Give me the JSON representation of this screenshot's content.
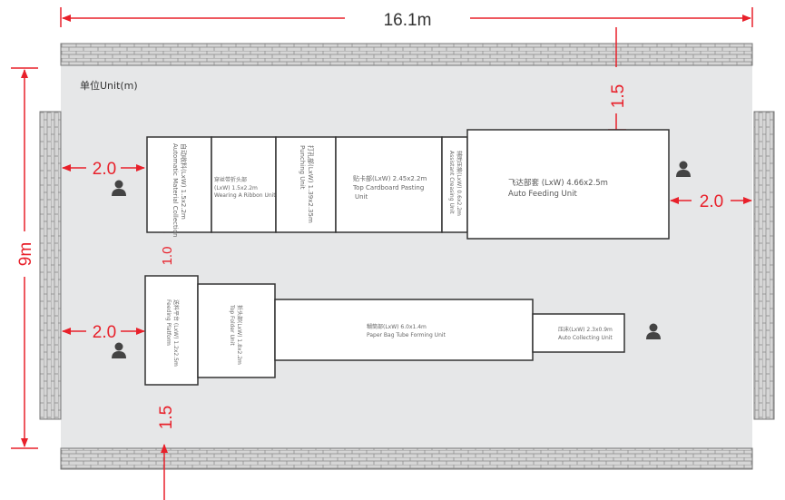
{
  "dimensions": {
    "width_total": "16.1m",
    "height_total": "9m",
    "left_top": "2.0",
    "left_bottom": "2.0",
    "right": "2.0",
    "top_gap": "1.5",
    "row_gap": "1.0",
    "bottom_gap": "1.5"
  },
  "unit_label": "单位Unit(m)",
  "top_row": [
    {
      "cn": "自动收料(LxW) 1.5x2.2m",
      "en": "Automatic Material Collection"
    },
    {
      "cn": "穿丝带折头部",
      "size": "(LxW) 1.5x2.2m",
      "en": "Wearing A Ribbon Unit"
    },
    {
      "cn": "打孔部(LxW) 1.39x2.35m",
      "en": "Punching Unit"
    },
    {
      "cn": "贴卡部(LxW) 2.45x2.2m",
      "en": "Top Cardboard Pasting",
      "en2": "Unit"
    },
    {
      "cn": "辅助压痕(LxW) 0.6x2.2m",
      "en": "Assistant Creasing Unit"
    },
    {
      "cn": "飞达部套 (LxW) 4.66x2.5m",
      "en": "Auto Feeding Unit"
    }
  ],
  "bottom_row": [
    {
      "cn": "送料平台 (LxW) 1.2x2.5m",
      "en": "Feeding Platform"
    },
    {
      "cn": "折头部(LxW) 1.8x2.2m",
      "en": "Top Folder Unit"
    },
    {
      "cn": "糊筒部(LxW) 6.0x1.4m",
      "en": "Paper Bag Tube Forming Unit"
    },
    {
      "cn": "压床(LxW) 2.3x0.9m",
      "en": "Auto Collecting Unit"
    }
  ],
  "colors": {
    "floor": "#e6e7e8",
    "dimension": "#e8202a",
    "wall": "#d4d4d4"
  }
}
